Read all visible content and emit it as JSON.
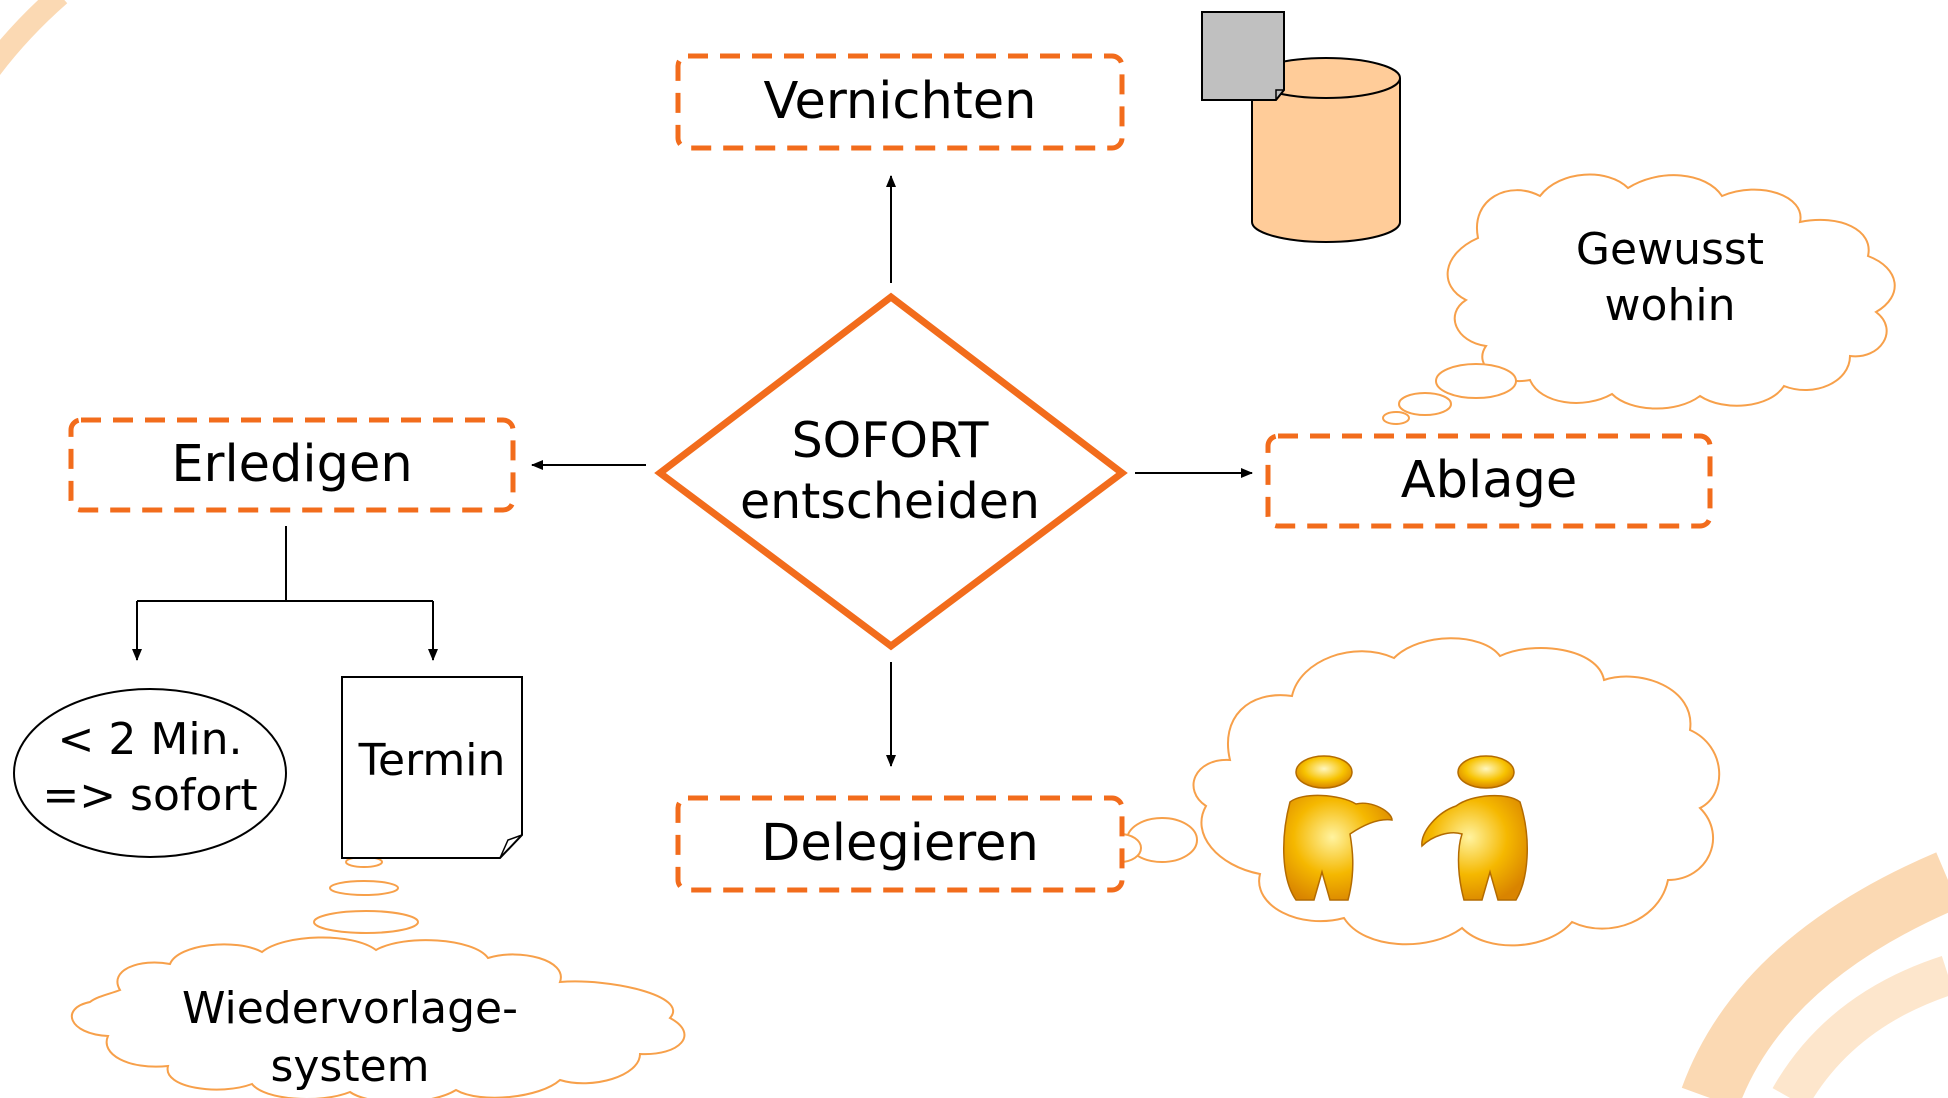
{
  "colors": {
    "accent": "#f26c1c",
    "bubble": "#f7a04a",
    "cylinder_fill": "#ffcc99",
    "paper_fill": "#c0c0c0",
    "ring": "#fbd9b3",
    "person_fill": "#f5b800",
    "person_outline": "#b36b00"
  },
  "decision": {
    "line1": "SOFORT",
    "line2": "entscheiden"
  },
  "nodes": {
    "vernichten": "Vernichten",
    "erledigen": "Erledigen",
    "ablage": "Ablage",
    "delegieren": "Delegieren",
    "quick": {
      "line1": "< 2 Min.",
      "line2": "=> sofort"
    },
    "termin": "Termin"
  },
  "clouds": {
    "gewusst": {
      "line1": "Gewusst",
      "line2": "wohin"
    },
    "wiedervorlage": {
      "line1": "Wiedervorlage-",
      "line2": "system"
    }
  },
  "icons": {
    "trash": "trash-can-icon",
    "paper": "paper-sheet-icon",
    "people": "two-people-icon"
  }
}
